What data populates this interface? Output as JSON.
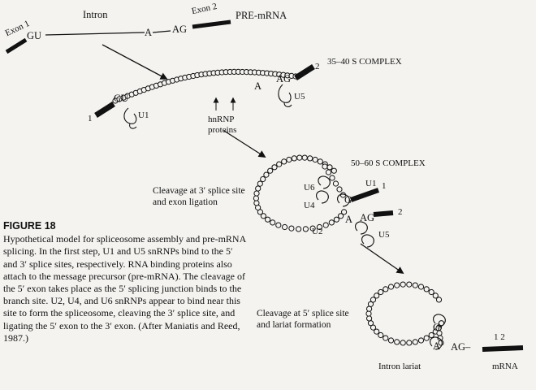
{
  "top_labels": {
    "exon1": "Exon 1",
    "gu": "GU",
    "intron": "Intron",
    "a": "A",
    "ag": "AG",
    "exon2": "Exon 2",
    "pre_mrna": "PRE-mRNA"
  },
  "stage1": {
    "complex": "35–40 S COMPLEX",
    "num1": "1",
    "gu": "GU",
    "u1": "U1",
    "a": "A",
    "ag": "AG",
    "num2": "2",
    "u5": "U5",
    "hnrnp_line1": "hnRNP",
    "hnrnp_line2": "proteins"
  },
  "stage2": {
    "complex": "50–60 S COMPLEX",
    "cleavage_line1": "Cleavage at 3′ splice site",
    "cleavage_line2": "and exon ligation",
    "u6": "U6",
    "u1": "U1",
    "g": "G",
    "num1": "1",
    "u4": "U4",
    "a": "A",
    "ag": "AG",
    "num2": "2",
    "u2": "U2",
    "u5": "U5"
  },
  "stage3": {
    "cleavage_line1": "Cleavage at 5′ splice site",
    "cleavage_line2": "and lariat formation",
    "g": "G",
    "a": "A",
    "ag": "AG–",
    "num": "1  2",
    "lariat": "Intron lariat",
    "mrna": "mRNA"
  },
  "caption": {
    "title": "FIGURE 18",
    "body": "Hypothetical model for spliceosome assembly and pre-mRNA splicing. In the first step, U1 and U5 snRNPs bind to the 5′ and 3′ splice sites, respectively. RNA binding proteins also attach to the message precursor (pre-mRNA). The cleavage of the 5′ exon takes place as the 5′ splicing junction binds to the branch site. U2, U4, and U6 snRNPs appear to bind near this site to form the spliceosome, cleaving the 3′ splice site, and ligating the 5′ exon to the 3′ exon. (After Maniatis and Reed, 1987.)"
  }
}
